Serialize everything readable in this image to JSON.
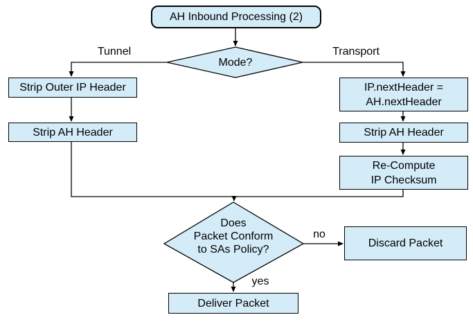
{
  "flowchart": {
    "title": "AH Inbound Processing (2)",
    "colors": {
      "node_fill": "#d4ecf8",
      "node_border": "#000000",
      "line": "#000000",
      "text": "#000000",
      "background": "#ffffff"
    },
    "nodes": {
      "start": {
        "type": "rounded-start",
        "label": "AH Inbound Processing (2)"
      },
      "mode_decision": {
        "type": "decision",
        "label": "Mode?"
      },
      "strip_outer_ip_header": {
        "type": "process",
        "label": "Strip Outer IP Header"
      },
      "strip_ah_header_tunnel": {
        "type": "process",
        "label": "Strip AH Header"
      },
      "ip_next_header": {
        "type": "process",
        "lines": [
          "IP.nextHeader =",
          "AH.nextHeader"
        ]
      },
      "strip_ah_header_transport": {
        "type": "process",
        "label": "Strip AH Header"
      },
      "recompute_ip_checksum": {
        "type": "process",
        "lines": [
          "Re-Compute",
          "IP Checksum"
        ]
      },
      "policy_decision": {
        "type": "decision",
        "lines": [
          "Does",
          "Packet Conform",
          "to SAs Policy?"
        ]
      },
      "discard_packet": {
        "type": "process",
        "label": "Discard Packet"
      },
      "deliver_packet": {
        "type": "process",
        "label": "Deliver Packet"
      }
    },
    "edge_labels": {
      "tunnel": "Tunnel",
      "transport": "Transport",
      "no": "no",
      "yes": "yes"
    }
  }
}
